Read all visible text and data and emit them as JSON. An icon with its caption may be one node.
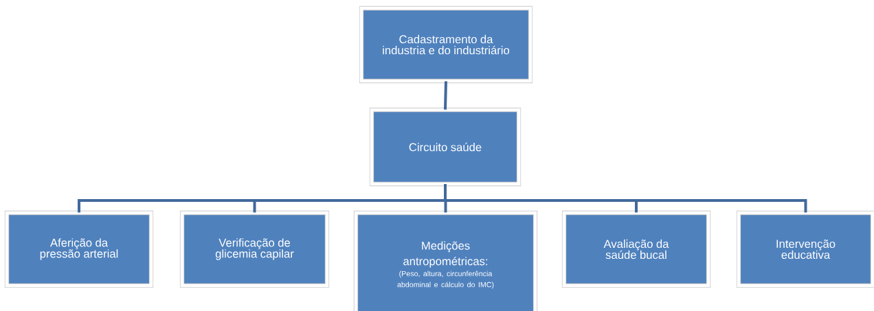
{
  "diagram": {
    "nodes": [
      {
        "text": [
          "Cadastramento da industria e do industriário"
        ]
      },
      {
        "text": [
          "Circuito saúde"
        ]
      },
      {
        "text": [
          "Aferição da pressão arterial"
        ]
      },
      {
        "text": [
          "Verificação de glicemia capilar"
        ]
      },
      {
        "text": [
          "Medições antropométricas:",
          "(Peso, altura, circunferência abdominal e cálculo do IMC)"
        ]
      },
      {
        "text": [
          "Avaliação da saúde bucal"
        ]
      },
      {
        "text": [
          "Intervenção educativa"
        ]
      }
    ],
    "edges": [
      {
        "from": 0,
        "to": 1,
        "arrow": "none"
      },
      {
        "from": 1,
        "to": 2,
        "arrow": "none"
      },
      {
        "from": 1,
        "to": 3,
        "arrow": "none"
      },
      {
        "from": 1,
        "to": 4,
        "arrow": "none"
      },
      {
        "from": 1,
        "to": 5,
        "arrow": "none"
      },
      {
        "from": 1,
        "to": 6,
        "arrow": "none"
      }
    ]
  }
}
